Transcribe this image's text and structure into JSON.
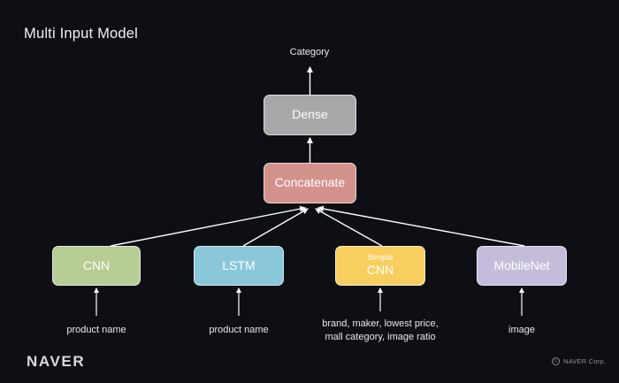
{
  "slide": {
    "title": "Multi Input Model",
    "background_color": "#0d0f14"
  },
  "diagram": {
    "type": "flowchart",
    "direction": "bottom-up",
    "nodes": [
      {
        "id": "dense",
        "label": "Dense",
        "sublabel": "",
        "color": "#a8a8a8"
      },
      {
        "id": "concatenate",
        "label": "Concatenate",
        "sublabel": "",
        "color": "#d4928c"
      },
      {
        "id": "cnn",
        "label": "CNN",
        "sublabel": "",
        "color": "#b7cd93"
      },
      {
        "id": "lstm",
        "label": "LSTM",
        "sublabel": "",
        "color": "#8ac7d9"
      },
      {
        "id": "simple_cnn",
        "label": "CNN",
        "sublabel": "Simple",
        "color": "#f8cf5f"
      },
      {
        "id": "mobilenet",
        "label": "MobileNet",
        "sublabel": "",
        "color": "#c4bcda"
      }
    ],
    "captions": {
      "output": "Category",
      "cnn_input": "product name",
      "lstm_input": "product name",
      "simple_cnn_input": "brand, maker, lowest price,\nmall category, image ratio",
      "mobilenet_input": "image"
    },
    "edges": [
      {
        "from": "cnn_input",
        "to": "cnn"
      },
      {
        "from": "lstm_input",
        "to": "lstm"
      },
      {
        "from": "simple_cnn_input",
        "to": "simple_cnn"
      },
      {
        "from": "mobilenet_input",
        "to": "mobilenet"
      },
      {
        "from": "cnn",
        "to": "concatenate"
      },
      {
        "from": "lstm",
        "to": "concatenate"
      },
      {
        "from": "simple_cnn",
        "to": "concatenate"
      },
      {
        "from": "mobilenet",
        "to": "concatenate"
      },
      {
        "from": "concatenate",
        "to": "dense"
      },
      {
        "from": "dense",
        "to": "output"
      }
    ],
    "edge_color": "#ffffff"
  },
  "footer": {
    "logo": "NAVER",
    "copyright_mark": "c",
    "copyright": "NAVER Corp."
  }
}
